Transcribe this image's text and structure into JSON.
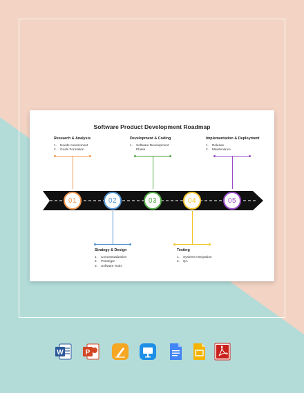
{
  "title": "Software Product Development Roadmap",
  "colors": {
    "step1": "#f29a52",
    "step2": "#4f92d0",
    "step3": "#52a845",
    "step4": "#f3c52c",
    "step5": "#9b4cc6",
    "arrow": "#111111"
  },
  "steps": [
    {
      "number": "01",
      "heading": "Research & Analysis",
      "items": [
        {
          "n": "1.",
          "t": "Needs Assessment"
        },
        {
          "n": "2.",
          "t": "Goals Formation"
        }
      ]
    },
    {
      "number": "02",
      "heading": "Strategy & Design",
      "items": [
        {
          "n": "1.",
          "t": "Conceptualization"
        },
        {
          "n": "2.",
          "t": "Prototype"
        },
        {
          "n": "3.",
          "t": "Software Tools"
        }
      ]
    },
    {
      "number": "03",
      "heading": "Development & Coding",
      "items": [
        {
          "n": "1.",
          "t": "Software Development\nPhase"
        }
      ]
    },
    {
      "number": "04",
      "heading": "Testing",
      "items": [
        {
          "n": "1.",
          "t": "Systems Integration"
        },
        {
          "n": "2.",
          "t": "QA"
        }
      ]
    },
    {
      "number": "05",
      "heading": "Implementation & Deployment",
      "items": [
        {
          "n": "1.",
          "t": "Release"
        },
        {
          "n": "2.",
          "t": "Maintenance"
        }
      ]
    }
  ],
  "app_icons": [
    {
      "name": "word-icon",
      "letter": "W",
      "color": "#2b579a"
    },
    {
      "name": "powerpoint-icon",
      "letter": "P",
      "color": "#d24726"
    },
    {
      "name": "pages-icon",
      "letter": "",
      "color": "#f0a030"
    },
    {
      "name": "keynote-icon",
      "letter": "",
      "color": "#1d8fe6"
    },
    {
      "name": "google-docs-icon",
      "letter": "",
      "color": "#4285f4"
    },
    {
      "name": "google-slides-icon",
      "letter": "",
      "color": "#f4b400"
    },
    {
      "name": "pdf-icon",
      "letter": "",
      "color": "#c8201a"
    }
  ]
}
